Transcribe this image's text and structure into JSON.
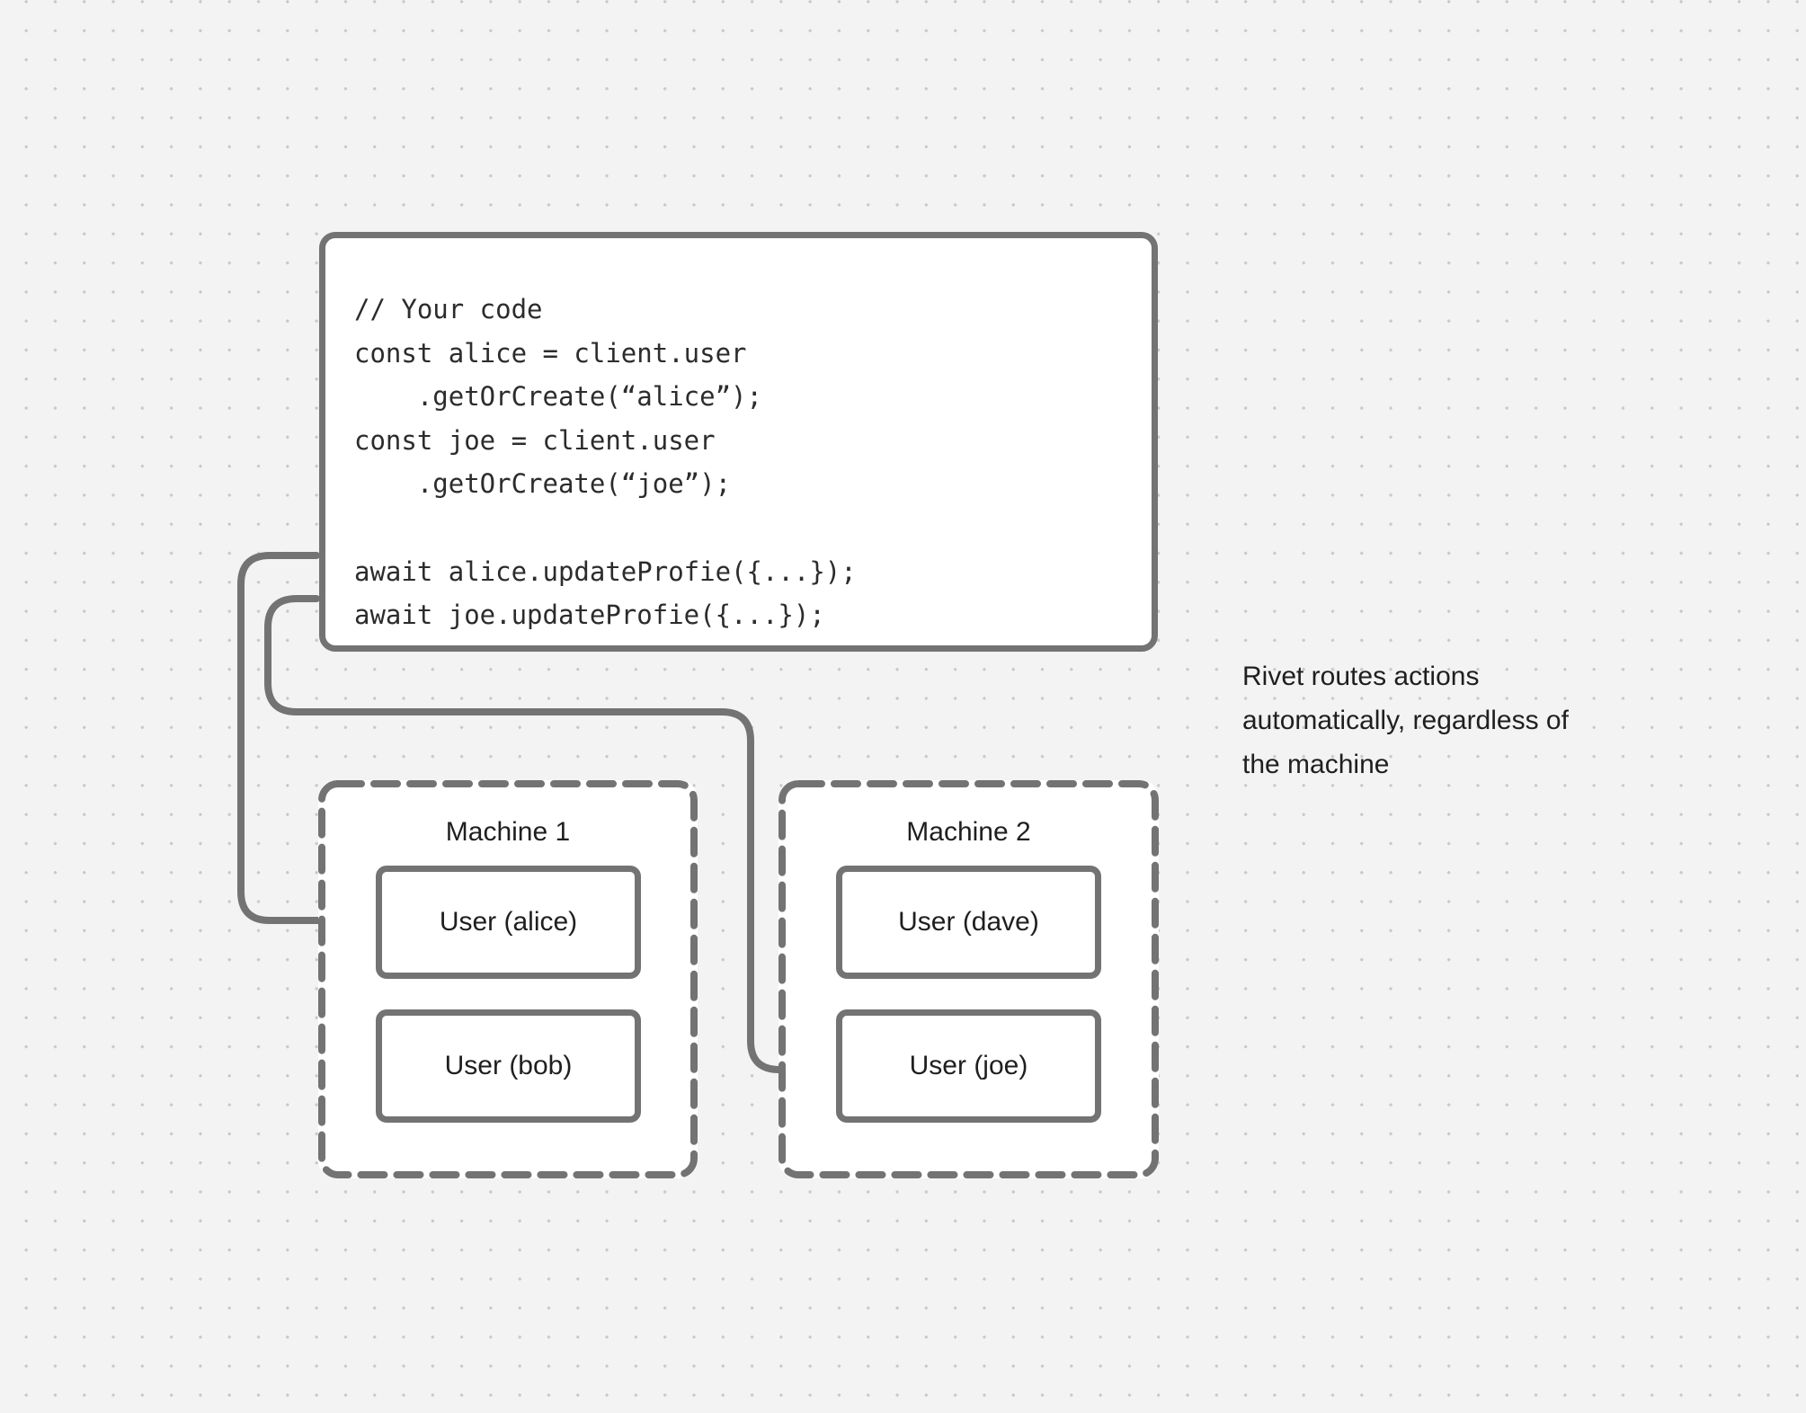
{
  "canvas": {
    "background_color": "#f3f3f3",
    "dot_color": "#c9c9c9",
    "stroke_color": "#737373",
    "text_color": "#1f1f1f",
    "code_text_color": "#2c2c2c",
    "card_background": "#ffffff"
  },
  "code_card": {
    "lines": [
      "// Your code",
      "const alice = client.user",
      "    .getOrCreate(“alice”);",
      "const joe = client.user",
      "    .getOrCreate(“joe”);",
      "",
      "await alice.updateProfie({...});",
      "await joe.updateProfie({...});"
    ]
  },
  "machines": [
    {
      "title": "Machine 1",
      "users": [
        {
          "label": "User (alice)",
          "targeted": true
        },
        {
          "label": "User (bob)",
          "targeted": false
        }
      ]
    },
    {
      "title": "Machine 2",
      "users": [
        {
          "label": "User (dave)",
          "targeted": false
        },
        {
          "label": "User (joe)",
          "targeted": true
        }
      ]
    }
  ],
  "annotation": {
    "text": "Rivet routes actions automatically, regardless of the machine"
  },
  "connectors": [
    {
      "name": "alice-route",
      "from": "await alice.updateProfie({...});",
      "to": "User (alice)",
      "arrowhead": true
    },
    {
      "name": "joe-route",
      "from": "await joe.updateProfie({...});",
      "to": "User (joe)",
      "arrowhead": true
    }
  ]
}
